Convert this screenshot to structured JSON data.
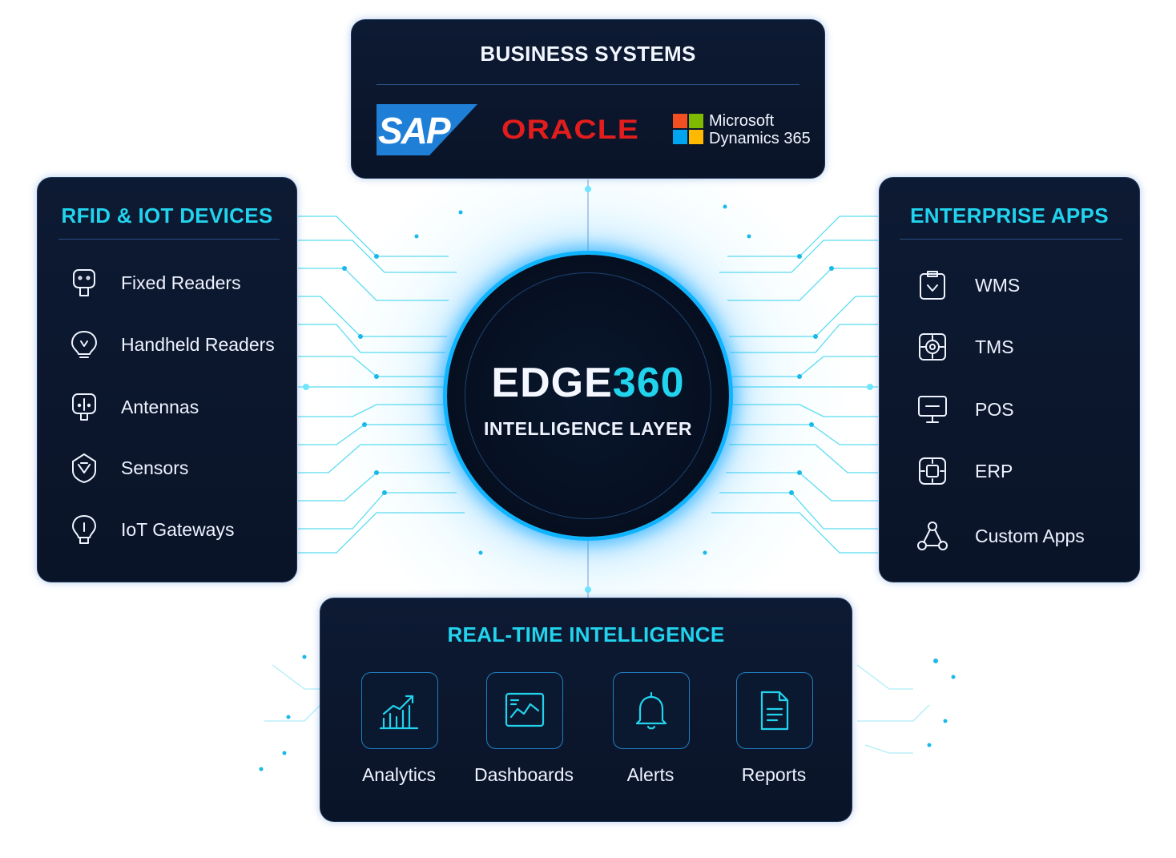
{
  "hub": {
    "title_a": "EDGE",
    "title_b": "360",
    "subtitle": "INTELLIGENCE LAYER"
  },
  "business": {
    "title": "BUSINESS SYSTEMS",
    "logos": {
      "sap": "SAP",
      "oracle": "ORACLE",
      "ms_line1": "Microsoft",
      "ms_line2": "Dynamics 365"
    }
  },
  "devices": {
    "title": "RFID & IOT DEVICES",
    "items": [
      {
        "label": "Fixed Readers",
        "icon": "fixed-reader-icon"
      },
      {
        "label": "Handheld Readers",
        "icon": "handheld-reader-icon"
      },
      {
        "label": "Antennas",
        "icon": "antenna-icon"
      },
      {
        "label": "Sensors",
        "icon": "sensor-icon"
      },
      {
        "label": "IoT Gateways",
        "icon": "gateway-icon"
      }
    ]
  },
  "apps": {
    "title": "ENTERPRISE APPS",
    "items": [
      {
        "label": "WMS",
        "icon": "clipboard-icon"
      },
      {
        "label": "TMS",
        "icon": "gear-icon"
      },
      {
        "label": "POS",
        "icon": "monitor-icon"
      },
      {
        "label": "ERP",
        "icon": "chip-icon"
      },
      {
        "label": "Custom Apps",
        "icon": "network-icon"
      }
    ]
  },
  "intelligence": {
    "title": "REAL-TIME INTELLIGENCE",
    "tiles": [
      {
        "label": "Analytics",
        "icon": "analytics-icon"
      },
      {
        "label": "Dashboards",
        "icon": "dashboard-icon"
      },
      {
        "label": "Alerts",
        "icon": "bell-icon"
      },
      {
        "label": "Reports",
        "icon": "report-icon"
      }
    ]
  },
  "colors": {
    "accent": "#22d3ee",
    "panel": "#0b1630",
    "glow": "#0fb4ff",
    "sap_blue": "#1f7fd6",
    "oracle_red": "#e11d1d"
  }
}
